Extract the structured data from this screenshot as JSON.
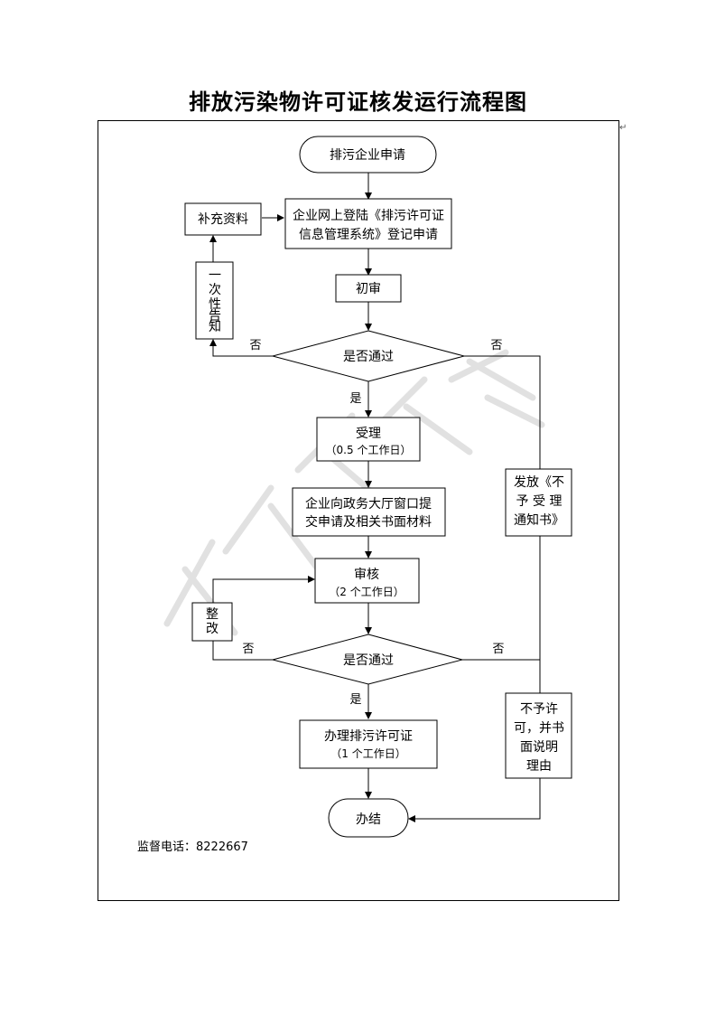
{
  "title": "排放污染物许可证核发运行流程图",
  "hotline": "监督电话：8222667",
  "nodes": {
    "start": "排污企业申请",
    "register_line1": "企业网上登陆《排污许可证",
    "register_line2": "信息管理系统》登记申请",
    "supplement": "补充资料",
    "notify_chars": [
      "一",
      "次",
      "性",
      "告",
      "知"
    ],
    "initial_review": "初审",
    "decision1": "是否通过",
    "accept": "受理",
    "accept_days": "（0.5 个工作日）",
    "submit_line1": "企业向政务大厅窗口提",
    "submit_line2": "交申请及相关书面材料",
    "audit": "审核",
    "audit_days": "（2 个工作日）",
    "rectify_line1": "整",
    "rectify_line2": "改",
    "decision2": "是否通过",
    "issue": "办理排污许可证",
    "issue_days": "（1 个工作日）",
    "end": "办结",
    "reject_notice_line1": "发放《不",
    "reject_notice_line2": "予 受 理",
    "reject_notice_line3": "通知书》",
    "deny_line1": "不予许",
    "deny_line2": "可，并书",
    "deny_line3": "面说明",
    "deny_line4": "理由"
  },
  "labels": {
    "no": "否",
    "yes": "是"
  }
}
